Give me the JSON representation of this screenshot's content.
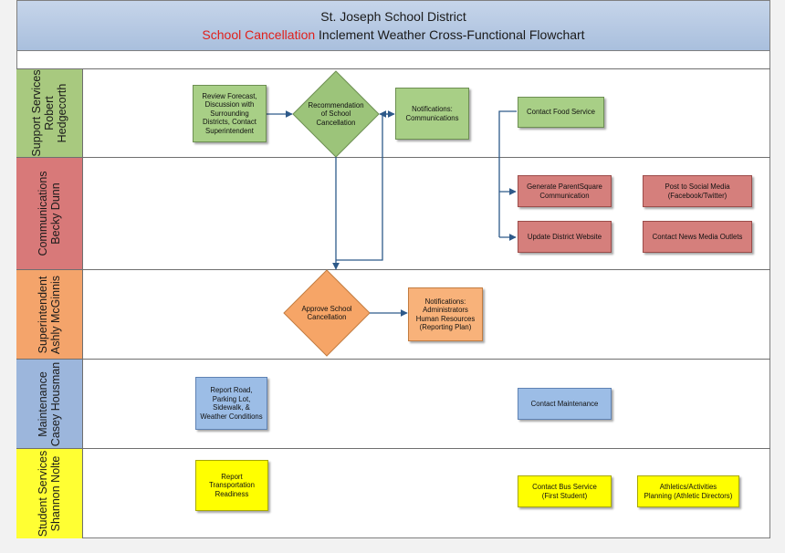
{
  "header": {
    "title": "St. Joseph School District",
    "subtitle_highlight": "School Cancellation",
    "subtitle_rest": " Inclement Weather Cross-Functional Flowchart"
  },
  "lanes": {
    "support": "Support Services\nRobert\nHedgecorth",
    "communications": "Communications\nBecky Dunn",
    "superintendent": "Superintendent\nAshly McGinnis",
    "maintenance": "Maintenance\nCasey Housman",
    "student": "Student Services\nShannon Nolte"
  },
  "nodes": {
    "review_forecast": "Review Forecast,\nDiscussion with\nSurrounding\nDistricts, Contact\nSuperintendent",
    "recommendation": "Recommendation\nof School\nCancellation",
    "notifications_comm": "Notifications:\nCommunications",
    "contact_food": "Contact Food Service",
    "generate_parentsquare": "Generate ParentSquare\nCommunication",
    "post_social": "Post to Social Media\n(Facebook/Twitter)",
    "update_website": "Update District Website",
    "contact_news": "Contact News Media Outlets",
    "approve_cancellation": "Approve School\nCancellation",
    "notifications_admin": "Notifications:\nAdministrators\nHuman Resources\n(Reporting Plan)",
    "report_road": "Report Road,\nParking Lot,\nSidewalk, &\nWeather Conditions",
    "contact_maintenance": "Contact Maintenance",
    "report_transport": "Report\nTransportation\nReadiness",
    "contact_bus": "Contact Bus Service\n(First Student)",
    "athletics": "Athletics/Activities\nPlanning (Athletic Directors)"
  },
  "colors": {
    "support": "#a8c97f",
    "communications": "#d87979",
    "superintendent": "#f4a46b",
    "maintenance": "#9cb6dc",
    "student": "#ffff33",
    "title_highlight": "#e0201b",
    "connector": "#2e5a8a"
  }
}
